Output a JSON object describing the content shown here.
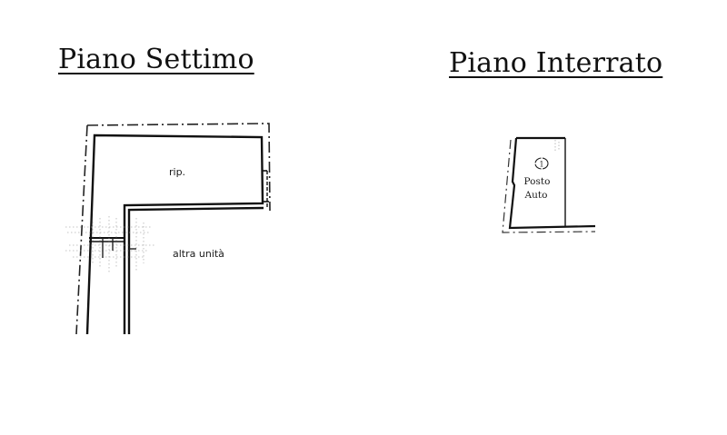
{
  "page": {
    "type": "floor-plan",
    "background": "#ffffff",
    "ink_color": "#111111"
  },
  "plans": [
    {
      "id": "piano-settimo",
      "title": "Piano Settimo",
      "rooms": [
        {
          "label": "rip."
        },
        {
          "label": "altra unità"
        }
      ]
    },
    {
      "id": "piano-interrato",
      "title": "Piano Interrato",
      "rooms": [
        {
          "label_line1": "Posto",
          "label_line2": "Auto",
          "marker": "1"
        }
      ]
    }
  ]
}
